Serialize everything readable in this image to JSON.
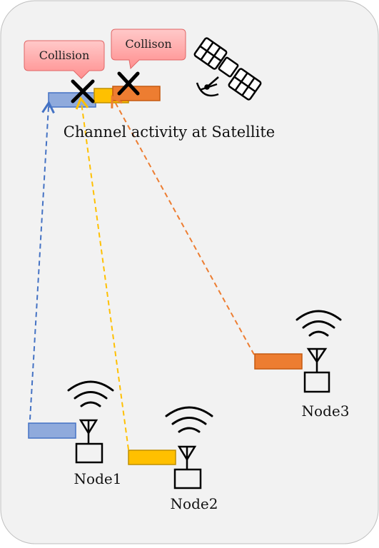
{
  "caption": "Channel activity at Satellite",
  "callouts": [
    {
      "id": "collision-left",
      "label": "Collision"
    },
    {
      "id": "collision-right",
      "label": "Collison"
    }
  ],
  "nodes": [
    {
      "id": "node1",
      "label": "Node1",
      "color": "#8faadc",
      "stroke": "#4472c4",
      "link_color": "#4472c4"
    },
    {
      "id": "node2",
      "label": "Node2",
      "color": "#ffc000",
      "stroke": "#c09000",
      "link_color": "#ffc000"
    },
    {
      "id": "node3",
      "label": "Node3",
      "color": "#ed7d31",
      "stroke": "#c55a11",
      "link_color": "#ed7d31"
    }
  ],
  "colors": {
    "panel_bg": "#f2f2f2",
    "panel_border": "#bfbfbf",
    "callout_fill": "#ff8f8f",
    "collision_mark": "#000000"
  },
  "icons": [
    "satellite-icon",
    "antenna-icon",
    "wifi-signal-icon",
    "cross-mark-icon"
  ]
}
